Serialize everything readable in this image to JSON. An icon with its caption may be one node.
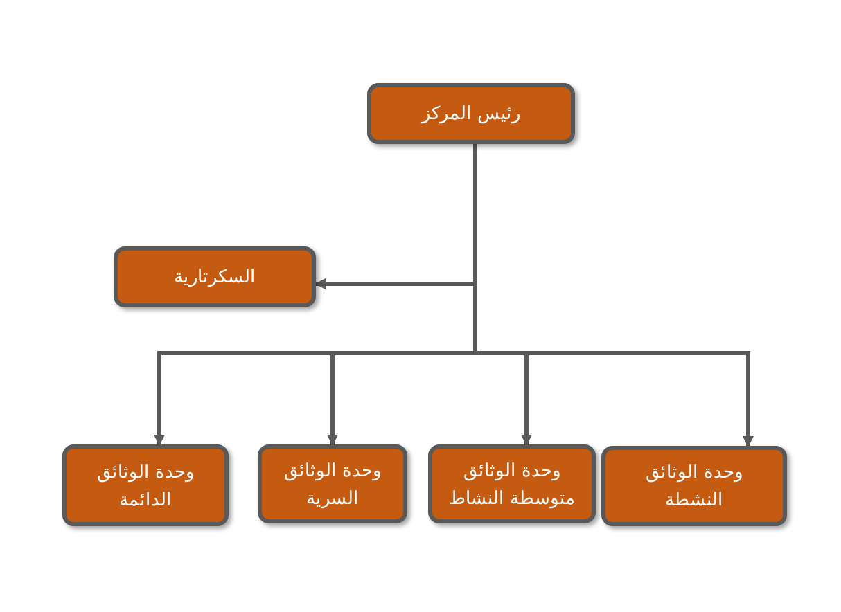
{
  "diagram": {
    "nodes": [
      {
        "text": [
          "رئيس المركز"
        ]
      },
      {
        "text": [
          "السكرتارية"
        ]
      },
      {
        "text": [
          "وحدة الوثائق الدائمة"
        ]
      },
      {
        "text": [
          "وحدة الوثائق السرية"
        ]
      },
      {
        "text": [
          "وحدة الوثائق متوسطة النشاط"
        ]
      },
      {
        "text": [
          "وحدة الوثائق النشطة"
        ]
      }
    ],
    "edges": [
      {
        "from": 0,
        "to": 1,
        "arrow": "to"
      },
      {
        "from": 0,
        "to": 2,
        "arrow": "to"
      },
      {
        "from": 0,
        "to": 3,
        "arrow": "to"
      },
      {
        "from": 0,
        "to": 4,
        "arrow": "to"
      },
      {
        "from": 0,
        "to": 5,
        "arrow": "to"
      }
    ]
  }
}
